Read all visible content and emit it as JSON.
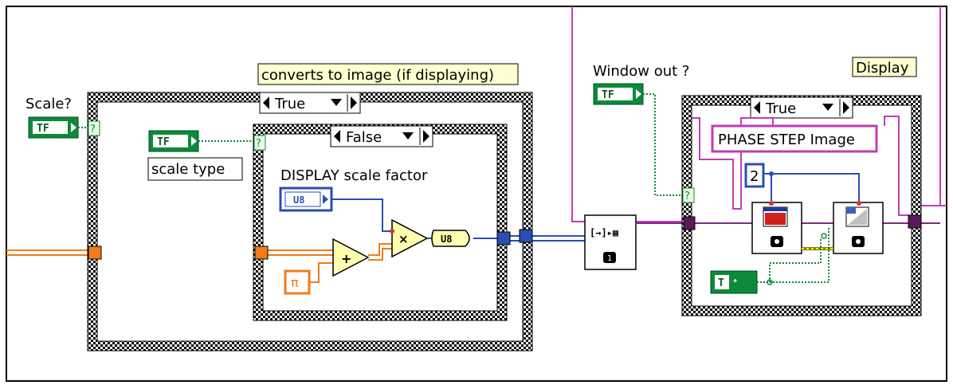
{
  "labels": {
    "scale": "Scale?",
    "converts_note": "converts to image (if displaying)",
    "scale_type": "scale type",
    "display_scale_factor": "DISPLAY scale factor",
    "window_out": "Window out ?",
    "display": "Display",
    "phase_step_image": "PHASE STEP Image"
  },
  "case_selectors": {
    "outer_left": "True",
    "inner_left": "False",
    "right": "True"
  },
  "constants": {
    "tf": "TF",
    "u8": "U8",
    "pi": "π",
    "two": "2",
    "question": "?",
    "t": "T"
  },
  "colors": {
    "boolean_green": "#0b8a3a",
    "numeric_blue": "#2a4fb5",
    "orange_wire": "#f07c1a",
    "pink_wire": "#c03cb8",
    "tunnel_dark": "#5a1a5a",
    "note_bg": "#ffffd0",
    "primitive_yellow": "#ffffb0"
  }
}
